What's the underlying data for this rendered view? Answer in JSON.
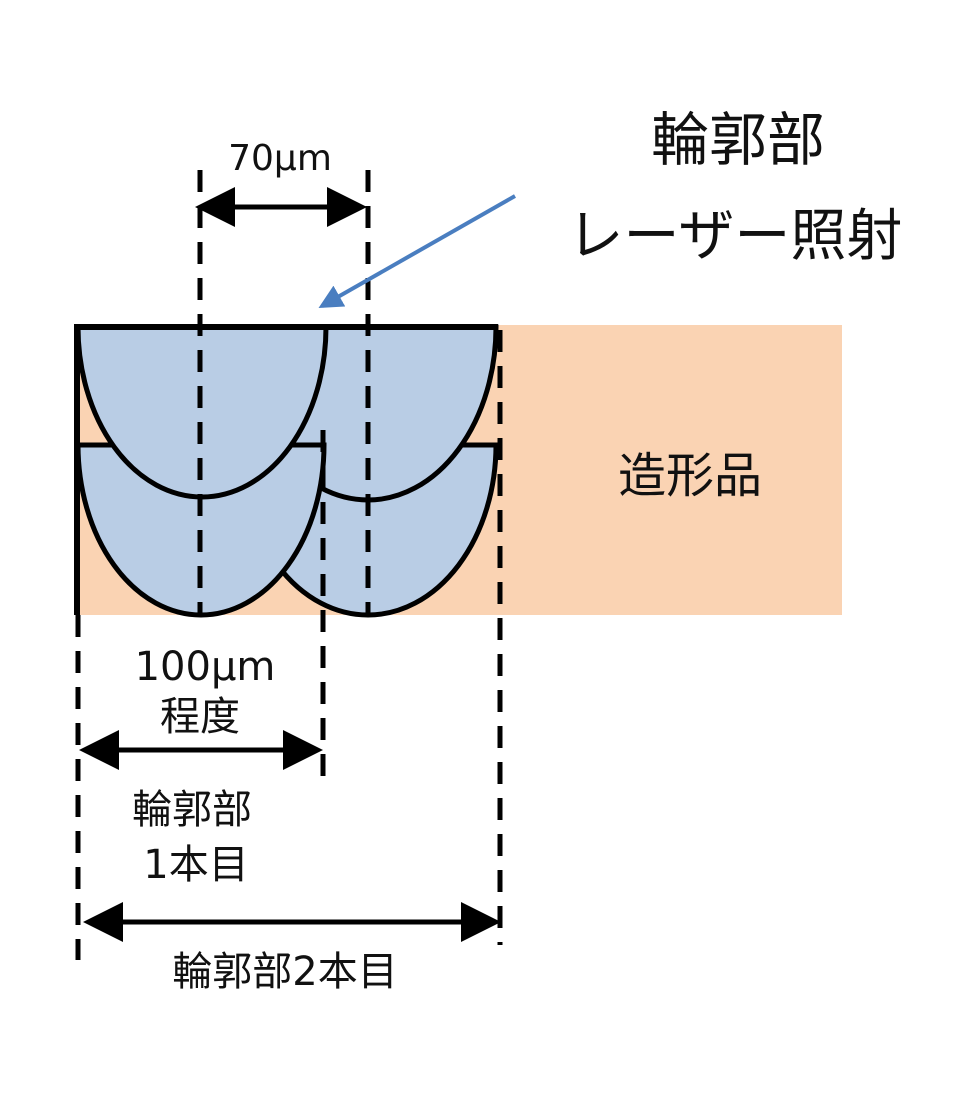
{
  "labels": {
    "spacing": "70µm",
    "contour_title": "輪郭部",
    "laser": "レーザー照射",
    "part": "造形品",
    "width_value": "100µm",
    "width_qualifier": "程度",
    "first_contour_line1": "輪郭部",
    "first_contour_line2": "1本目",
    "second_contour": "輪郭部2本目"
  },
  "colors": {
    "part_fill": "#FAD3B3",
    "melt_pool_fill": "#B9CDE5",
    "arrow_blue": "#4A7EC0",
    "line": "#000000"
  }
}
